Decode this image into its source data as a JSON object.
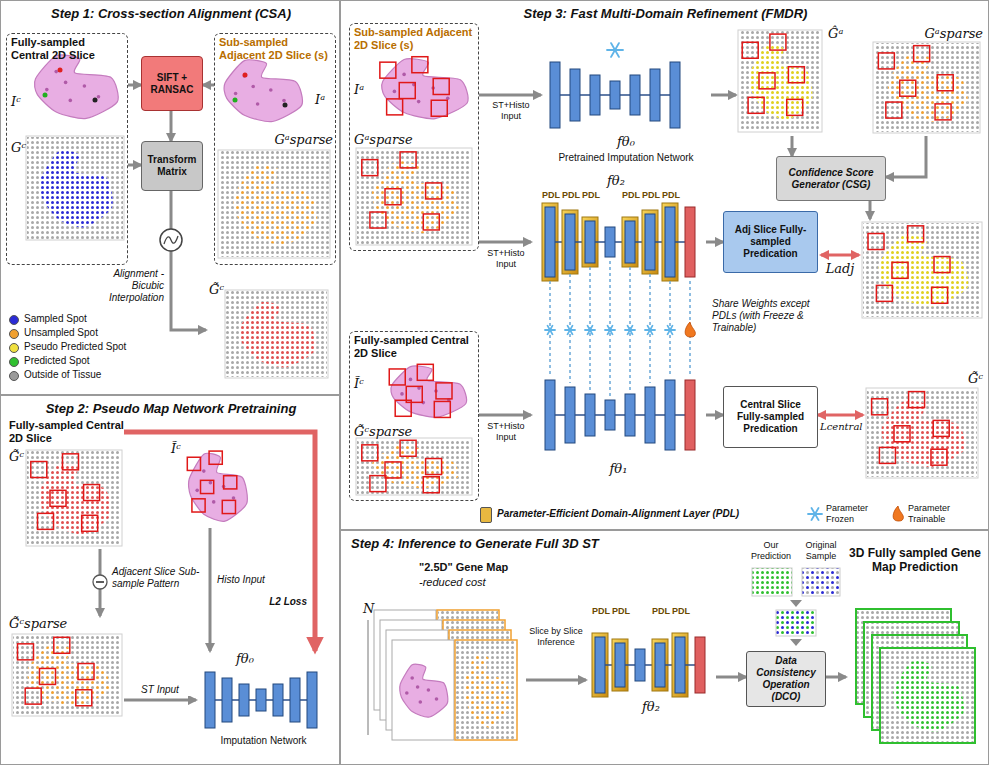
{
  "diagram": {
    "nodes": [
      {
        "text": [
          "Step 1: Cross-section Alignment (CSA)"
        ]
      },
      {
        "text": [
          "Fully-sampled Central 2D Slice",
          "Iᶜ",
          "Gᶜ"
        ],
        "in": 0
      },
      {
        "text": [
          "Sub-sampled Adjacent 2D Slice (s)",
          "Iᵃ",
          "Gᵃsparse"
        ],
        "in": 0
      },
      {
        "text": [
          "SIFT + RANSAC"
        ],
        "in": 0
      },
      {
        "text": [
          "Transform Matrix"
        ],
        "in": 0
      },
      {
        "text": [
          "G̃ᶜ"
        ],
        "in": 0
      },
      {
        "text": [
          "Step 2:  Pseudo Map Network Pretraining"
        ]
      },
      {
        "text": [
          "Fully-sampled Central 2D Slice",
          "G̃ᶜ"
        ],
        "in": 6
      },
      {
        "text": [
          "Ĩᶜ"
        ],
        "in": 6
      },
      {
        "text": [
          "G̃ᶜsparse"
        ],
        "in": 6
      },
      {
        "text": [
          "fθ₀",
          "Imputation Network"
        ],
        "in": 6
      },
      {
        "text": [
          "Step 3:  Fast Multi-Domain Refinement (FMDR)"
        ]
      },
      {
        "text": [
          "Sub-sampled Adjacent 2D Slice (s)",
          "Iᵃ",
          "Gᵃsparse"
        ],
        "in": 11
      },
      {
        "text": [
          "fθ₀",
          "Pretrained Imputation Network"
        ],
        "in": 11
      },
      {
        "text": [
          "Ĝᵃ"
        ],
        "in": 11
      },
      {
        "text": [
          "Gᵃsparse"
        ],
        "in": 11
      },
      {
        "text": [
          "Confidence Score Generator (CSG)"
        ],
        "in": 11
      },
      {
        "text": [
          "fθ₂",
          "PDL",
          "PDL",
          "PDL",
          "PDL",
          "PDL",
          "PDL"
        ],
        "in": 11
      },
      {
        "text": [
          "Adj Slice Fully-sampled Predication"
        ],
        "in": 11
      },
      {
        "text": [
          "Fully-sampled Central 2D Slice",
          "Ĩᶜ",
          "G̃ᶜsparse"
        ],
        "in": 11
      },
      {
        "text": [
          "fθ₁"
        ],
        "in": 11
      },
      {
        "text": [
          "Central Slice Fully-sampled Predication"
        ],
        "in": 11
      },
      {
        "text": [
          "G̃ᶜ"
        ],
        "in": 11
      },
      {
        "text": [
          "Step 4:  Inference to Generate Full 3D ST"
        ]
      },
      {
        "text": [
          "\"2.5D\" Gene Map",
          "-reduced cost",
          "N"
        ],
        "in": 23
      },
      {
        "text": [
          "fθ₂",
          "PDL",
          "PDL",
          "PDL",
          "PDL"
        ],
        "in": 23
      },
      {
        "text": [
          "Data Consistency Operation (DCO)"
        ],
        "in": 23
      },
      {
        "text": [
          "3D Fully sampled Gene Map Prediction"
        ],
        "in": 23
      }
    ],
    "edges": [
      {
        "from": 1,
        "to": 3,
        "arrow": "to"
      },
      {
        "from": 2,
        "to": 3,
        "arrow": "to"
      },
      {
        "from": 3,
        "to": 4,
        "arrow": "to"
      },
      {
        "from": 1,
        "to": 4,
        "arrow": "to"
      },
      {
        "from": 4,
        "to": 5,
        "arrow": "to"
      },
      {
        "from": 7,
        "to": 9,
        "arrow": "to",
        "label": "Adjacent Slice Sub-sample Pattern"
      },
      {
        "from": 8,
        "to": 10,
        "arrow": "to",
        "label": "Histo Input"
      },
      {
        "from": 9,
        "to": 10,
        "arrow": "to",
        "label": "ST Input"
      },
      {
        "from": 7,
        "to": 10,
        "arrow": "to",
        "label": "L2 Loss"
      },
      {
        "from": 12,
        "to": 13,
        "arrow": "to",
        "label": "ST+Histo Input"
      },
      {
        "from": 13,
        "to": 14,
        "arrow": "to"
      },
      {
        "from": 14,
        "to": 16,
        "arrow": "to"
      },
      {
        "from": 15,
        "to": 16,
        "arrow": "to"
      },
      {
        "from": 12,
        "to": 17,
        "arrow": "to",
        "label": "ST+Histo Input"
      },
      {
        "from": 17,
        "to": 18,
        "arrow": "to"
      },
      {
        "from": 19,
        "to": 20,
        "arrow": "to",
        "label": "ST+Histo Input"
      },
      {
        "from": 20,
        "to": 21,
        "arrow": "to"
      },
      {
        "from": 21,
        "to": 22,
        "arrow": "both",
        "label": "Lcentral"
      },
      {
        "from": 24,
        "to": 25,
        "arrow": "to",
        "label": "Slice by Slice Inference"
      },
      {
        "from": 25,
        "to": 26,
        "arrow": "to"
      },
      {
        "from": 26,
        "to": 27,
        "arrow": "to"
      }
    ],
    "labels": [
      "Alignment - Bicubic Interpolation",
      "Share Weights except PDLs (with Freeze & Trainable)",
      "Ladj",
      "Our Prediction",
      "Original Sample"
    ],
    "legend": [
      {
        "text": "Sampled Spot",
        "color": "#2b2bd6"
      },
      {
        "text": "Unsampled Spot",
        "color": "#f0a030"
      },
      {
        "text": "Pseudo Predicted Spot",
        "color": "#f0e040"
      },
      {
        "text": "Predicted Spot",
        "color": "#30c030"
      },
      {
        "text": "Outside of Tissue",
        "color": "#9a9a9a"
      },
      {
        "text": "Parameter-Efficient Domain-Alignment Layer (PDL)",
        "color": "#e8b840"
      },
      {
        "text": "Parameter Frozen"
      },
      {
        "text": "Parameter Trainable"
      }
    ]
  }
}
